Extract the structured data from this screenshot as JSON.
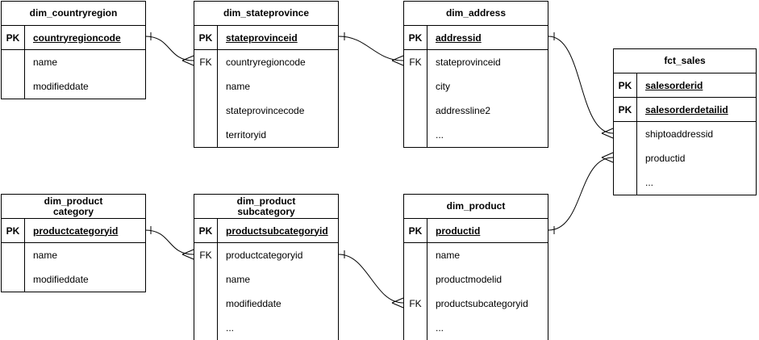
{
  "diagram": {
    "kind": "entity-relationship",
    "colors": {
      "stroke": "#000000",
      "background": "#ffffff",
      "text": "#000000"
    },
    "tables": [
      {
        "title": "dim_countryregion",
        "pks": [
          {
            "key": "PK",
            "field": "countryregioncode"
          }
        ],
        "fields": [
          {
            "key": "",
            "field": "name"
          },
          {
            "key": "",
            "field": "modifieddate"
          }
        ]
      },
      {
        "title": "dim_stateprovince",
        "pks": [
          {
            "key": "PK",
            "field": "stateprovinceid"
          }
        ],
        "fields": [
          {
            "key": "FK",
            "field": "countryregioncode"
          },
          {
            "key": "",
            "field": "name"
          },
          {
            "key": "",
            "field": "stateprovincecode"
          },
          {
            "key": "",
            "field": "territoryid"
          }
        ]
      },
      {
        "title": "dim_address",
        "pks": [
          {
            "key": "PK",
            "field": "addressid"
          }
        ],
        "fields": [
          {
            "key": "FK",
            "field": "stateprovinceid"
          },
          {
            "key": "",
            "field": "city"
          },
          {
            "key": "",
            "field": "addressline2"
          },
          {
            "key": "",
            "field": "..."
          }
        ]
      },
      {
        "title": "fct_sales",
        "pks": [
          {
            "key": "PK",
            "field": "salesorderid"
          },
          {
            "key": "PK",
            "field": "salesorderdetailid"
          }
        ],
        "fields": [
          {
            "key": "",
            "field": "shiptoaddressid"
          },
          {
            "key": "",
            "field": "productid"
          },
          {
            "key": "",
            "field": "..."
          }
        ]
      },
      {
        "title": "dim_product\ncategory",
        "pks": [
          {
            "key": "PK",
            "field": "productcategoryid"
          }
        ],
        "fields": [
          {
            "key": "",
            "field": "name"
          },
          {
            "key": "",
            "field": "modifieddate"
          }
        ]
      },
      {
        "title": "dim_product\nsubcategory",
        "pks": [
          {
            "key": "PK",
            "field": "productsubcategoryid"
          }
        ],
        "fields": [
          {
            "key": "FK",
            "field": "productcategoryid"
          },
          {
            "key": "",
            "field": "name"
          },
          {
            "key": "",
            "field": "modifieddate"
          },
          {
            "key": "",
            "field": "..."
          }
        ]
      },
      {
        "title": "dim_product",
        "pks": [
          {
            "key": "PK",
            "field": "productid"
          }
        ],
        "fields": [
          {
            "key": "",
            "field": "name"
          },
          {
            "key": "",
            "field": "productmodelid"
          },
          {
            "key": "FK",
            "field": "productsubcategoryid"
          },
          {
            "key": "",
            "field": "..."
          }
        ]
      }
    ],
    "relationships": [
      {
        "from": "dim_countryregion.countryregioncode",
        "to": "dim_stateprovince.countryregioncode",
        "cardinality": "one-to-many"
      },
      {
        "from": "dim_stateprovince.stateprovinceid",
        "to": "dim_address.stateprovinceid",
        "cardinality": "one-to-many"
      },
      {
        "from": "dim_address.addressid",
        "to": "fct_sales.shiptoaddressid",
        "cardinality": "one-to-many"
      },
      {
        "from": "dim_product.productid",
        "to": "fct_sales.productid",
        "cardinality": "one-to-many"
      },
      {
        "from": "dim_product category.productcategoryid",
        "to": "dim_product subcategory.productcategoryid",
        "cardinality": "one-to-many"
      },
      {
        "from": "dim_product subcategory.productsubcategoryid",
        "to": "dim_product.productsubcategoryid",
        "cardinality": "one-to-many"
      }
    ]
  }
}
